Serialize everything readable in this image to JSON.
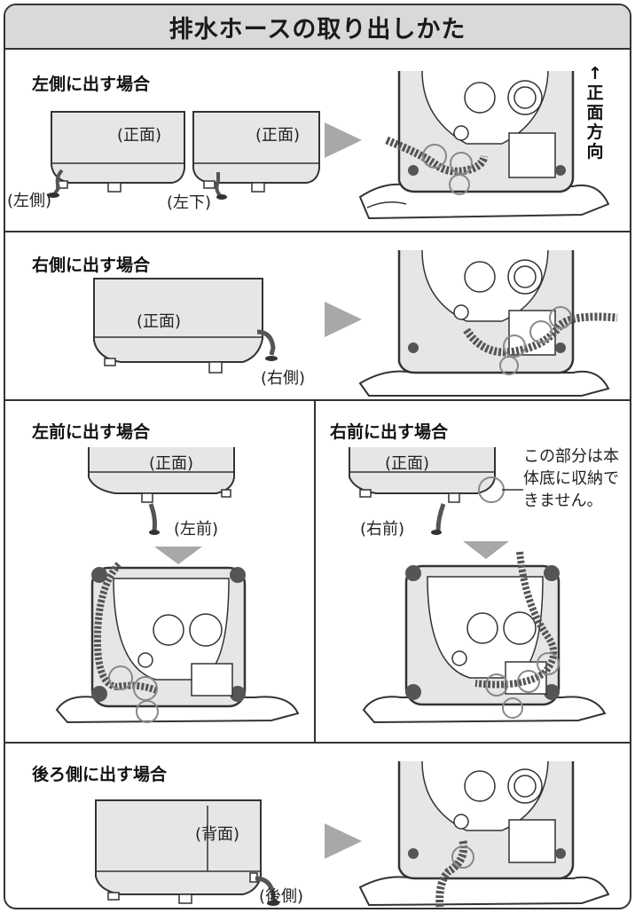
{
  "title": "排水ホースの取り出しかた",
  "direction_label": [
    "↑",
    "正",
    "面",
    "方",
    "向"
  ],
  "sections": {
    "left": {
      "heading": "左側に出す場合",
      "labels": [
        "(正面)",
        "(正面)",
        "(左側)",
        "(左下)"
      ]
    },
    "right": {
      "heading": "右側に出す場合",
      "labels": [
        "(正面)",
        "(右側)"
      ]
    },
    "left_front": {
      "heading": "左前に出す場合",
      "labels": [
        "(正面)",
        "(左前)"
      ]
    },
    "right_front": {
      "heading": "右前に出す場合",
      "labels": [
        "(正面)",
        "(右前)"
      ],
      "note": [
        "この部分は本",
        "体底に収納で",
        "きません。"
      ]
    },
    "back": {
      "heading": "後ろ側に出す場合",
      "labels": [
        "(背面)",
        "(後側)"
      ]
    }
  },
  "colors": {
    "title_bg": "#d9d9d9",
    "arrow": "#a8a8a8",
    "machine_fill": "#e6e6e6",
    "line": "#333333"
  }
}
